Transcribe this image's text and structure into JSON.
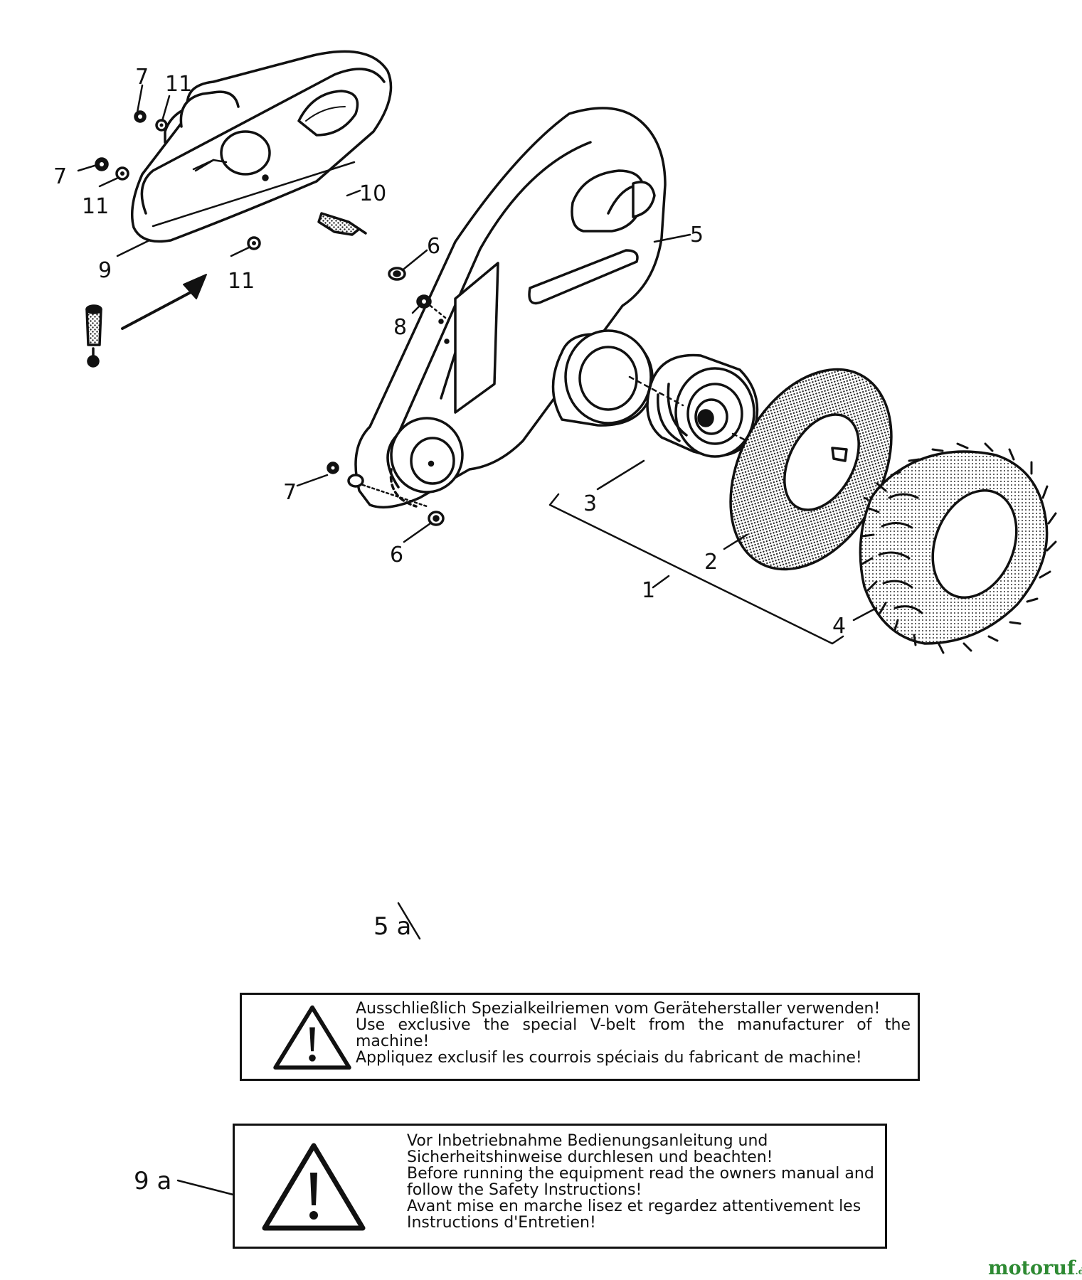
{
  "callouts": {
    "c1": "1",
    "c2": "2",
    "c3": "3",
    "c4": "4",
    "c5": "5",
    "c6a": "6",
    "c6b": "6",
    "c7a": "7",
    "c7b": "7",
    "c7c": "7",
    "c8": "8",
    "c9": "9",
    "c10": "10",
    "c11a": "11",
    "c11b": "11",
    "c11c": "11",
    "c5a": "5 a",
    "c9a": "9 a"
  },
  "label_5a": {
    "line1": "Ausschließlich Spezialkeilriemen vom Geräteherstaller verwenden!",
    "line2": "Use exclusive the special V-belt from the manufacturer of the machine!",
    "line3": "Appliquez exclusif les courrois spéciais du fabricant de machine!"
  },
  "label_9a": {
    "line1": "Vor Inbetriebnahme Bedienungsanleitung und",
    "line2": "Sicherheitshinweise durchlesen und beachten!",
    "line3": "Before running the equipment read the owners manual and",
    "line4": "follow the Safety Instructions!",
    "line5": "Avant mise en marche lisez et regardez attentivement les",
    "line6": "Instructions d'Entretien!"
  },
  "watermark": {
    "brand": "motoruf",
    "tld": ".de"
  },
  "colors": {
    "ink": "#111111",
    "tire_fill": "#9a9a9a",
    "watermark": "#2e8a33"
  }
}
